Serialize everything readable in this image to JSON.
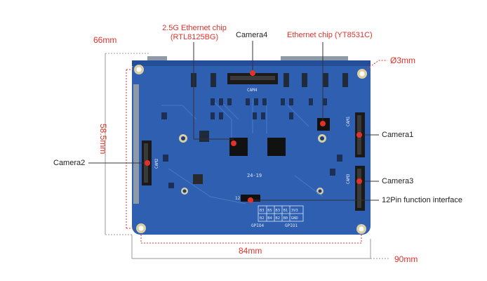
{
  "colors": {
    "board": "#2f5fb0",
    "board_dark": "#244f98",
    "accent_red": "#e0322b",
    "dim_gray": "#9a9a9a",
    "label_dark": "#222222"
  },
  "dimensions": {
    "height_outer": "66mm",
    "height_holes": "58.5mm",
    "width_holes": "84mm",
    "width_outer": "90mm",
    "hole_diameter": "Ø3mm"
  },
  "callouts": {
    "eth_2_5g_line1": "2.5G Ethernet chip",
    "eth_2_5g_line2": "(RTL8125BG)",
    "camera4": "Camera4",
    "eth_yt": "Ethernet chip (YT8531C)",
    "camera1": "Camera1",
    "camera2": "Camera2",
    "camera3": "Camera3",
    "pin_interface": "12Pin function interface"
  },
  "silkscreen": {
    "cam4": "CAM4",
    "cam1": "CAM1",
    "cam2": "CAM2",
    "cam3": "CAM3",
    "date": "24-19",
    "pin12": "12",
    "pins_row1": [
      "B3",
      "B5",
      "B3",
      "B1",
      "3V3"
    ],
    "pins_row2": [
      "B2",
      "B4",
      "B2",
      "B0",
      "GND"
    ],
    "gpio_left": "GPIO4",
    "gpio_right": "GPIO1"
  }
}
